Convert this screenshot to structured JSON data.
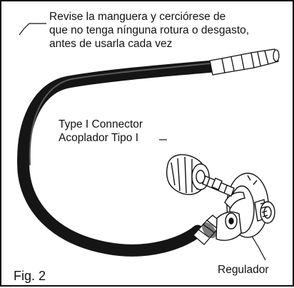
{
  "figure": {
    "label": "Fig. 2"
  },
  "annotations": {
    "hose_warning": [
      "Revise la manguera y cerciórese de",
      "que no tenga nínguna rotura o desgasto,",
      "antes de usarla cada vez"
    ],
    "connector": [
      "Type I Connector",
      "Acoplador Tipo I"
    ],
    "regulator": "Regulador"
  },
  "colors": {
    "ink": "#111111",
    "hose": "#151515",
    "fitting_fill": "#ffffff"
  }
}
